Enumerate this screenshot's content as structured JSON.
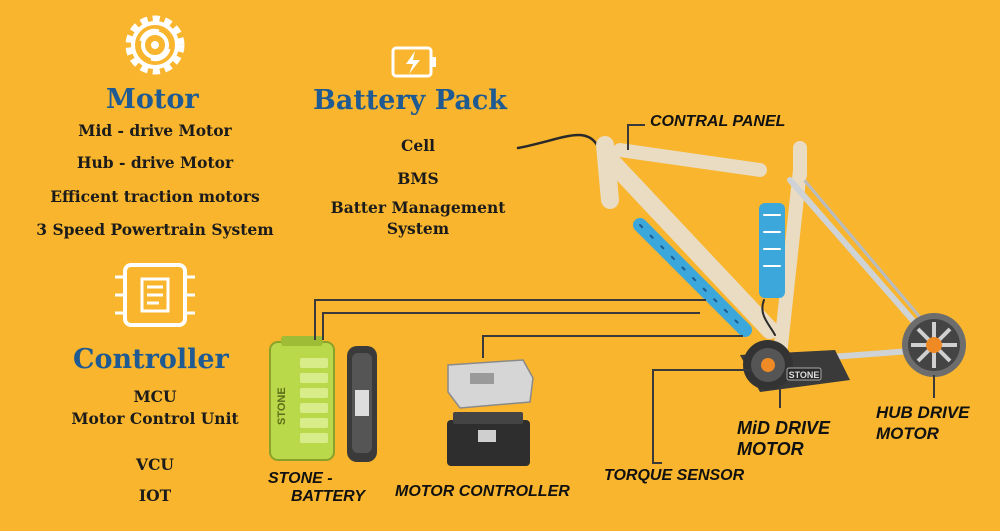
{
  "motor": {
    "icon": "gear-motor-icon",
    "title": "Motor",
    "items": [
      "Mid - drive Motor",
      "Hub - drive Motor",
      "Efficent traction motors",
      "3 Speed Powertrain System"
    ]
  },
  "battery": {
    "icon": "battery-charging-icon",
    "title": "Battery Pack",
    "items": [
      "Cell",
      "BMS",
      "Batter Management",
      "System"
    ]
  },
  "controller": {
    "icon": "microchip-icon",
    "title": "Controller",
    "items": [
      "MCU",
      "Motor Control Unit",
      "VCU",
      "IOT"
    ]
  },
  "callouts": {
    "control_panel": "CONTRAL PANEL",
    "stone_battery_1": "STONE -",
    "stone_battery_2": "BATTERY",
    "motor_controller": "MOTOR CONTROLLER",
    "torque_sensor": "TORQUE SENSOR",
    "mid_drive_1": "MiD DRIVE",
    "mid_drive_2": "MOTOR",
    "hub_drive_1": "HUB DRIVE",
    "hub_drive_2": "MOTOR"
  },
  "product_text": {
    "battery_brand": "STONE",
    "motor_brand": "STONE"
  },
  "colors": {
    "background": "#F8B52D",
    "heading": "#1F5A92",
    "battery_green": "#B9D84A",
    "frame_blue": "#3BA7DA"
  }
}
